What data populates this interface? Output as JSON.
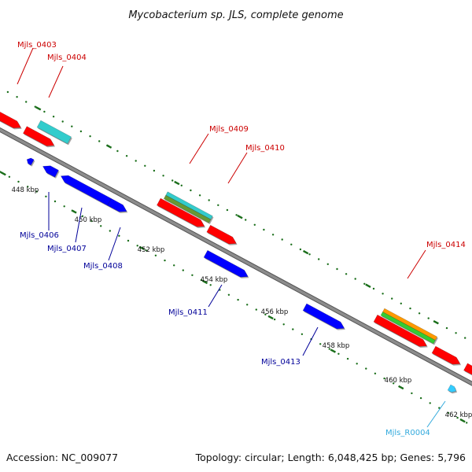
{
  "title": "Mycobacterium sp. JLS, complete genome",
  "footer": {
    "accession": "Accession: NC_009077",
    "topology": "Topology: circular; Length: 6,048,425 bp; Genes: 5,796"
  },
  "colors": {
    "backbone": "#8c8c8c",
    "tick": "#1a6e1a",
    "plus_strand_gene": "#ff0000",
    "minus_strand_gene": "#0000ff",
    "rna_gene": "#33ccff",
    "cyan_feature": "#33cccc",
    "olive_feature": "#669933",
    "green_feature": "#33cc33",
    "orange_feature": "#ff9900",
    "label_red": "#cc0000",
    "label_blue": "#000099",
    "label_rna": "#33aadd"
  },
  "ticks": [
    {
      "label": "448 kbp"
    },
    {
      "label": "450 kbp"
    },
    {
      "label": "452 kbp"
    },
    {
      "label": "454 kbp"
    },
    {
      "label": "456 kbp"
    },
    {
      "label": "458 kbp"
    },
    {
      "label": "460 kbp"
    },
    {
      "label": "462 kbp"
    }
  ],
  "gene_labels": [
    {
      "text": "Mjls_0403",
      "color": "label_red"
    },
    {
      "text": "Mjls_0404",
      "color": "label_red"
    },
    {
      "text": "Mjls_0409",
      "color": "label_red"
    },
    {
      "text": "Mjls_0410",
      "color": "label_red"
    },
    {
      "text": "Mjls_0414",
      "color": "label_red"
    },
    {
      "text": "Mjls_0406",
      "color": "label_blue"
    },
    {
      "text": "Mjls_0407",
      "color": "label_blue"
    },
    {
      "text": "Mjls_0408",
      "color": "label_blue"
    },
    {
      "text": "Mjls_0411",
      "color": "label_blue"
    },
    {
      "text": "Mjls_0413",
      "color": "label_blue"
    },
    {
      "text": "Mjls_R0004",
      "color": "label_rna"
    }
  ]
}
